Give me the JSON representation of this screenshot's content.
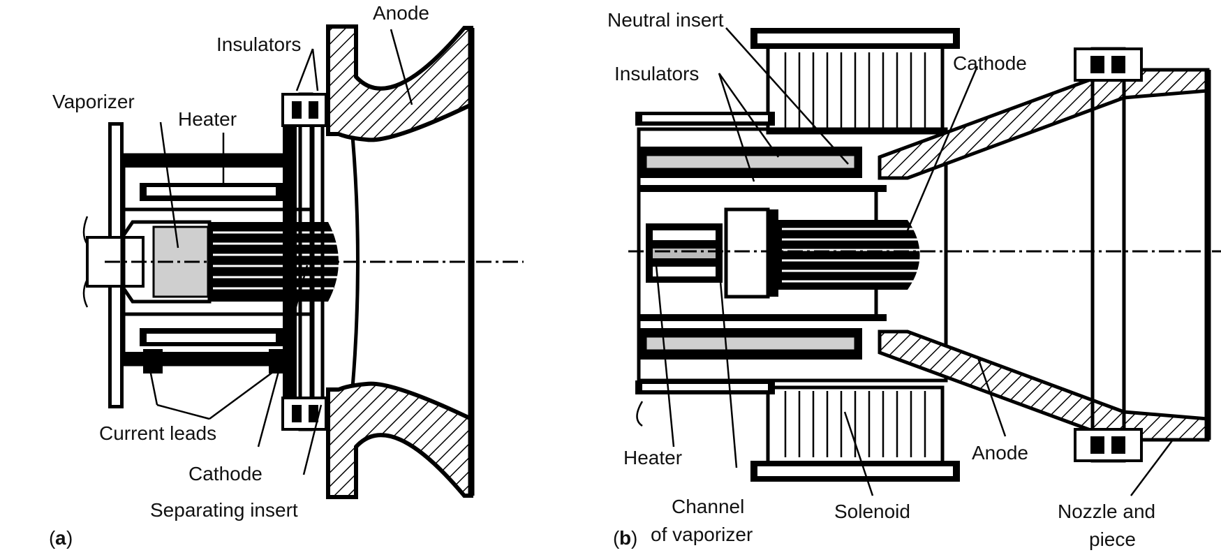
{
  "panel_a": {
    "letter": "a",
    "labels": {
      "anode": "Anode",
      "insulators": "Insulators",
      "vaporizer": "Vaporizer",
      "heater": "Heater",
      "current_leads": "Current leads",
      "cathode": "Cathode",
      "separating_insert": "Separating insert"
    }
  },
  "panel_b": {
    "letter": "b",
    "labels": {
      "neutral_insert": "Neutral insert",
      "insulators": "Insulators",
      "cathode": "Cathode",
      "heater": "Heater",
      "channel_line1": "Channel",
      "channel_line2": "of vaporizer",
      "solenoid": "Solenoid",
      "anode": "Anode",
      "nozzle_line1": "Nozzle and",
      "nozzle_line2": "piece"
    }
  }
}
